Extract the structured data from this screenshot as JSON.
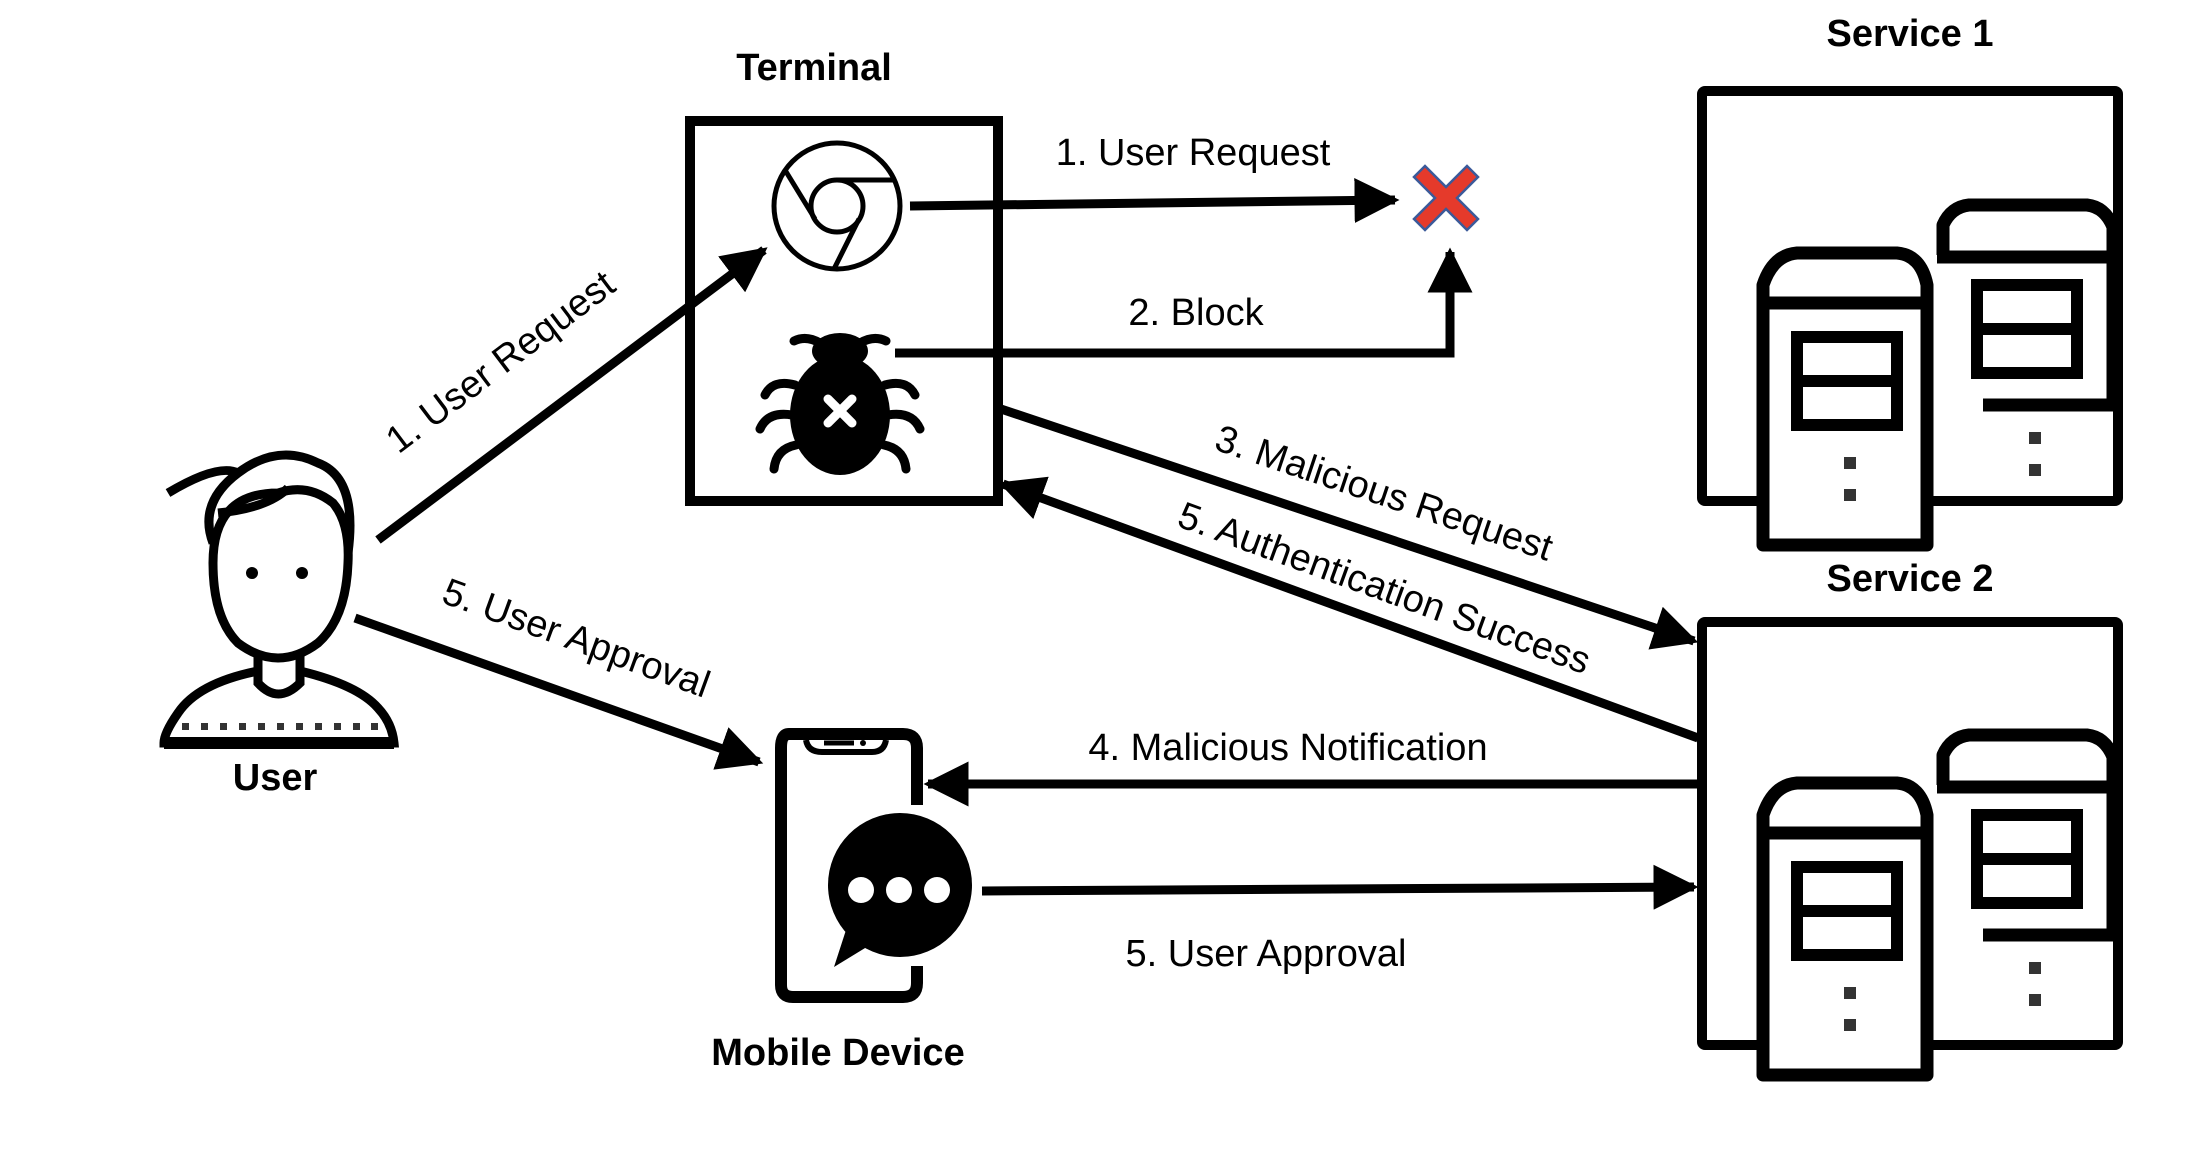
{
  "nodes": {
    "terminal": {
      "title": "Terminal",
      "icons": [
        "browser-icon",
        "malware-bug-icon"
      ]
    },
    "user": {
      "title": "User",
      "icon": "user-icon"
    },
    "mobile": {
      "title": "Mobile Device",
      "icons": [
        "smartphone-icon",
        "chat-bubble-icon"
      ]
    },
    "service1": {
      "title": "Service 1",
      "icon": "server-icon"
    },
    "service2": {
      "title": "Service 2",
      "icon": "server-icon"
    },
    "blocked": {
      "icon": "blocked-x-icon",
      "color": "#e53a2b",
      "outline": "#3b5a9a"
    }
  },
  "edges": {
    "user_to_browser": "1. User Request",
    "browser_to_blocked": "1. User Request",
    "malware_block": "2. Block",
    "malicious_request": "3. Malicious Request",
    "malicious_notification": "4. Malicious Notification",
    "user_approval_to_mobile": "5. User Approval",
    "mobile_approval_to_service": "5. User Approval",
    "authentication_success": "5. Authentication Success"
  }
}
